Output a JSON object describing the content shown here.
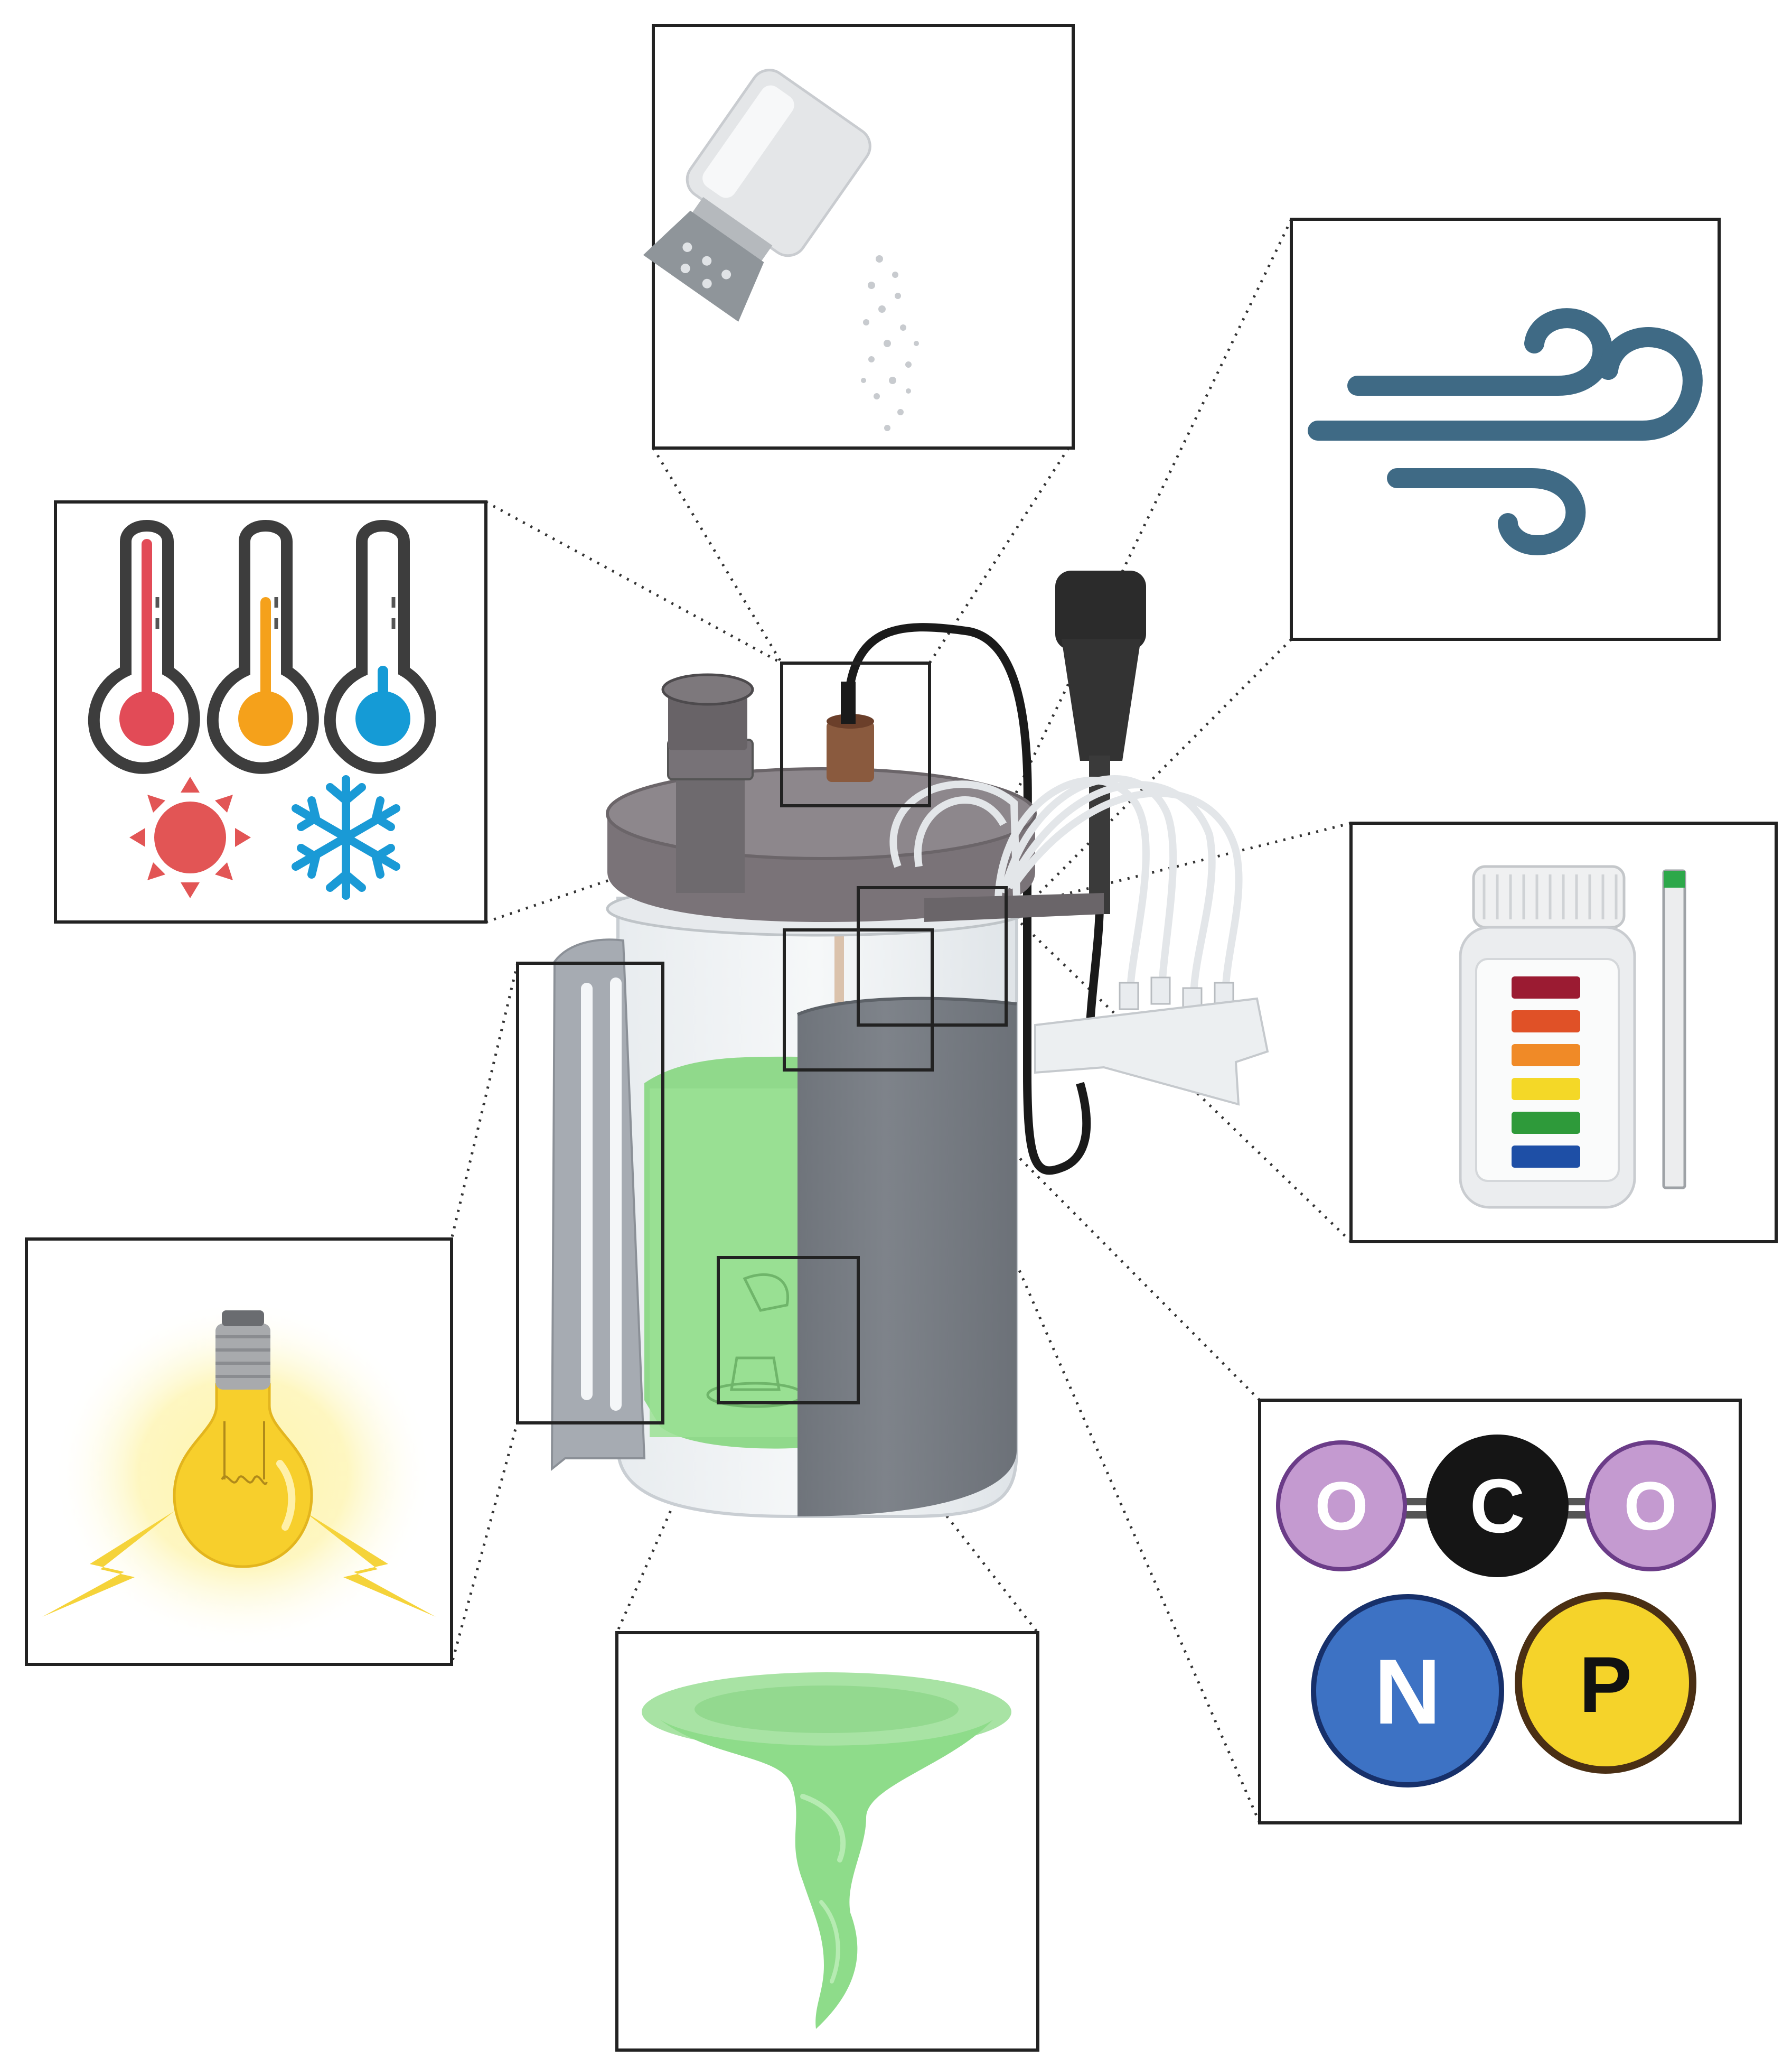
{
  "diagram": {
    "molecule_labels": {
      "oxygen_left": "O",
      "carbon": "C",
      "oxygen_right": "O"
    },
    "nutrient_labels": {
      "nitrogen": "N",
      "phosphorus": "P"
    },
    "panels": [
      "salt-shaker",
      "wind-aeration",
      "temperature-thermometers",
      "ph-test-strips",
      "light-bulb",
      "co2-and-nutrients",
      "vortex-mixing"
    ],
    "colors": {
      "thermometer_hot": "#e24b57",
      "thermometer_warm": "#f5a11b",
      "thermometer_cold": "#159bd6",
      "sun": "#e25555",
      "snowflake": "#1a9ad6",
      "wind": "#3f6a85",
      "culture_green": "#90d98b",
      "oxygen_fill": "#c49ad0",
      "carbon_fill": "#151515",
      "nitrogen_fill": "#3d72c4",
      "phosphorus_fill": "#f5d32a",
      "bulb_yellow": "#f7cf2c",
      "vortex_green": "#8edc8a"
    },
    "ph_chart_colors": [
      "#9b1b32",
      "#e05127",
      "#f08a27",
      "#f4d827",
      "#2e9a3a",
      "#1e4fa6"
    ]
  }
}
